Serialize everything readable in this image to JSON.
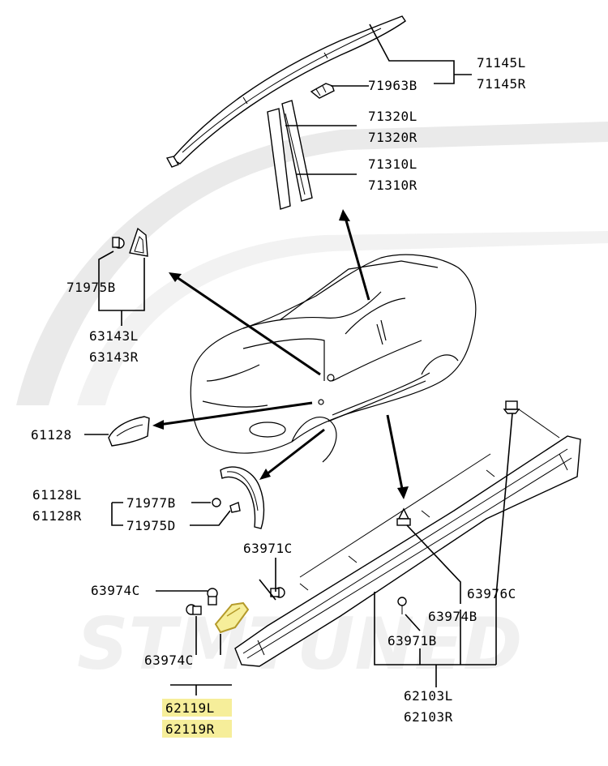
{
  "labels": {
    "p71145L": "71145L",
    "p71145R": "71145R",
    "p71963B": "71963B",
    "p71320L": "71320L",
    "p71320R": "71320R",
    "p71310L": "71310L",
    "p71310R": "71310R",
    "p71975B": "71975B",
    "p63143L": "63143L",
    "p63143R": "63143R",
    "p61128": "61128",
    "p61128L": "61128L",
    "p61128R": "61128R",
    "p71977B": "71977B",
    "p71975D": "71975D",
    "p63971C": "63971C",
    "p63974C_top": "63974C",
    "p63974C_bottom": "63974C",
    "p62119L": "62119L",
    "p62119R": "62119R",
    "p63976C": "63976C",
    "p63974B": "63974B",
    "p63971B": "63971B",
    "p62103L": "62103L",
    "p62103R": "62103R"
  },
  "colors": {
    "highlight": "#f6ee9a",
    "watermark": "#d9d9d9",
    "line": "#000000"
  }
}
